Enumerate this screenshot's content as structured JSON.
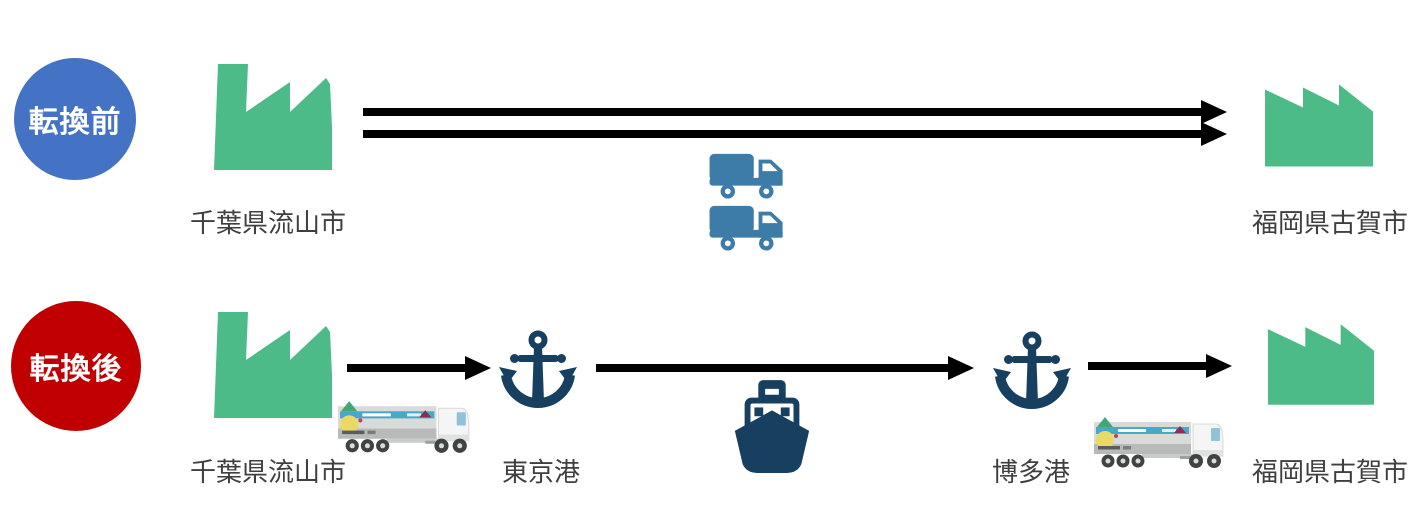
{
  "diagram": {
    "type": "modal-shift-before-after-flow",
    "rows": [
      "before",
      "after"
    ]
  },
  "before": {
    "badge": "転換前",
    "origin": "千葉県流山市",
    "destination": "福岡県古賀市",
    "transport_icons": [
      "truck-icon",
      "truck-icon"
    ],
    "arrow_count": 2
  },
  "after": {
    "badge": "転換後",
    "origin": "千葉県流山市",
    "port_departure": "東京港",
    "port_arrival": "博多港",
    "destination": "福岡県古賀市",
    "transport_icons": [
      "trailer-truck-image",
      "anchor-icon",
      "ship-icon",
      "anchor-icon",
      "trailer-truck-image"
    ],
    "arrow_count": 3
  },
  "colors": {
    "badge_before": "#4472C4",
    "badge_after": "#C00000",
    "factory_green": "#4DBB88",
    "truck_blue": "#3D7CA8",
    "marine_navy": "#173F5F",
    "arrow_black": "#000000",
    "label_gray": "#3F3F3F"
  },
  "icons": {
    "location": "factory-icon",
    "road_before": "truck-icon",
    "road_after": "trailer-truck-image",
    "port": "anchor-icon",
    "sea": "ship-icon"
  }
}
